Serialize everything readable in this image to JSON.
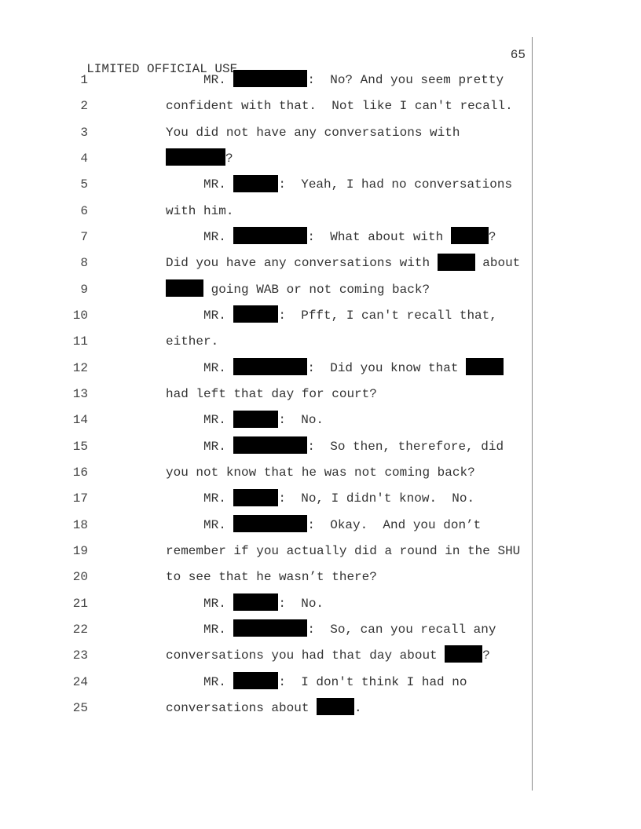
{
  "header": {
    "classification": "LIMITED OFFICIAL USE",
    "page_number": "65"
  },
  "lines": [
    {
      "n": "1",
      "a": "MR. ",
      "b": ":  No? And you seem pretty"
    },
    {
      "n": "2",
      "a": "confident with that.  Not like I can't recall."
    },
    {
      "n": "3",
      "a": "You did not have any conversations with"
    },
    {
      "n": "4",
      "b": "?"
    },
    {
      "n": "5",
      "a": "MR. ",
      "b": ":  Yeah, I had no conversations"
    },
    {
      "n": "6",
      "a": "with him."
    },
    {
      "n": "7",
      "a": "MR. ",
      "b": ":  What about with ",
      "c": "?"
    },
    {
      "n": "8",
      "a": "Did you have any conversations with ",
      "b": " about"
    },
    {
      "n": "9",
      "b": " going WAB or not coming back?"
    },
    {
      "n": "10",
      "a": "MR. ",
      "b": ":  Pfft, I can't recall that,"
    },
    {
      "n": "11",
      "a": "either."
    },
    {
      "n": "12",
      "a": "MR. ",
      "b": ":  Did you know that "
    },
    {
      "n": "13",
      "a": "had left that day for court?"
    },
    {
      "n": "14",
      "a": "MR. ",
      "b": ":  No."
    },
    {
      "n": "15",
      "a": "MR. ",
      "b": ":  So then, therefore, did"
    },
    {
      "n": "16",
      "a": "you not know that he was not coming back?"
    },
    {
      "n": "17",
      "a": "MR. ",
      "b": ":  No, I didn't know.  No."
    },
    {
      "n": "18",
      "a": "MR. ",
      "b": ":  Okay.  And you don’t"
    },
    {
      "n": "19",
      "a": "remember if you actually did a round in the SHU"
    },
    {
      "n": "20",
      "a": "to see that he wasn’t there?"
    },
    {
      "n": "21",
      "a": "MR. ",
      "b": ":  No."
    },
    {
      "n": "22",
      "a": "MR. ",
      "b": ":  So, can you recall any"
    },
    {
      "n": "23",
      "a": "conversations you had that day about ",
      "b": "?"
    },
    {
      "n": "24",
      "a": "MR. ",
      "b": ":  I don't think I had no"
    },
    {
      "n": "25",
      "a": "conversations about ",
      "b": "."
    }
  ]
}
